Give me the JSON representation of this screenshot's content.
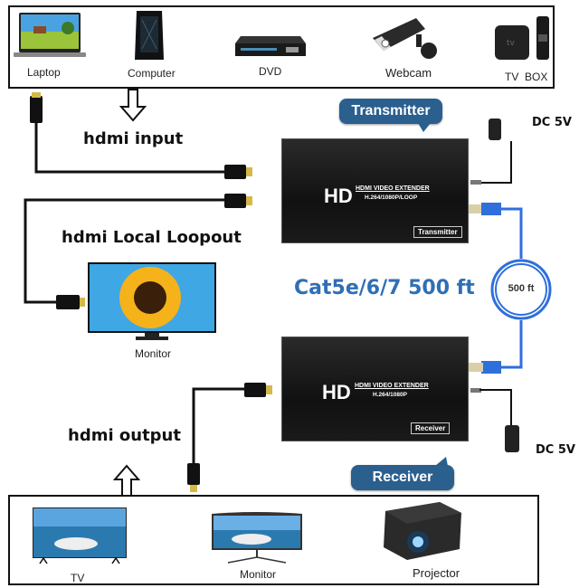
{
  "sources": {
    "items": [
      {
        "label": "Laptop",
        "icon": "laptop-icon"
      },
      {
        "label": "Computer",
        "icon": "computer-tower-icon"
      },
      {
        "label": "DVD",
        "icon": "dvd-player-icon"
      },
      {
        "label": "Webcam",
        "icon": "webcam-icon"
      },
      {
        "label": "TV  BOX",
        "icon": "tv-box-icon"
      }
    ]
  },
  "labels": {
    "hdmi_input": "hdmi input",
    "hdmi_loopout": "hdmi Local Loopout",
    "hdmi_output": "hdmi output",
    "loop_monitor": "Monitor",
    "cable": "Cat5e/6/7 500 ft",
    "coil": "500 ft",
    "dc_top": "DC 5V",
    "dc_bottom": "DC 5V"
  },
  "transmitter": {
    "bubble": "Transmitter",
    "hd": "HD",
    "title": "HDMI VIDEO EXTENDER",
    "subtitle": "H.264/1080P/LOOP",
    "tag": "Transmitter"
  },
  "receiver": {
    "bubble": "Receiver",
    "hd": "HD",
    "title": "HDMI VIDEO EXTENDER",
    "subtitle": "H.264/1080P",
    "tag": "Receiver"
  },
  "displays": {
    "items": [
      {
        "label": "TV",
        "icon": "tv-icon"
      },
      {
        "label": "Monitor",
        "icon": "monitor-icon"
      },
      {
        "label": "Projector",
        "icon": "projector-icon"
      }
    ]
  },
  "colors": {
    "bubble": "#2a5f8e",
    "cable_text": "#2f6fb5",
    "network_cable": "#2f6fdc"
  }
}
